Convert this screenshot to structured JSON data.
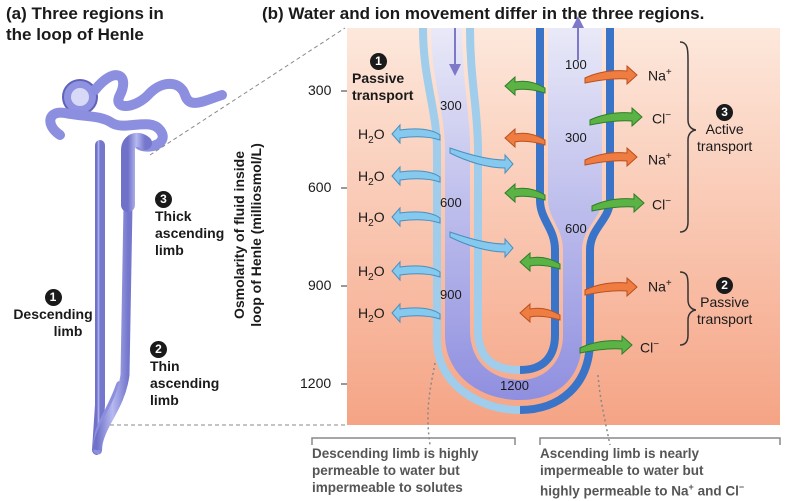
{
  "panel_a": {
    "title_line1": "(a) Three regions in",
    "title_line2": "the loop of Henle",
    "region1": {
      "number": "1",
      "line1": "Descending",
      "line2": "limb"
    },
    "region2": {
      "number": "2",
      "line1": "Thin",
      "line2": "ascending",
      "line3": "limb"
    },
    "region3": {
      "number": "3",
      "line1": "Thick",
      "line2": "ascending",
      "line3": "limb"
    }
  },
  "panel_b": {
    "title": "(b) Water and ion movement differ in the three regions.",
    "y_axis_label_line1": "Osmolarity of fluid inside",
    "y_axis_label_line2": "loop of Henle (milliosmol/L)",
    "y_ticks": [
      "300",
      "600",
      "900",
      "1200"
    ],
    "passive_label": {
      "number": "1",
      "line1": "Passive",
      "line2": "transport"
    },
    "active_label": {
      "number": "3",
      "line1": "Active",
      "line2": "transport"
    },
    "passive2_label": {
      "number": "2",
      "line1": "Passive",
      "line2": "transport"
    },
    "descending_values": [
      "300",
      "600",
      "900"
    ],
    "bottom_value": "1200",
    "ascending_values": [
      "100",
      "300",
      "600"
    ],
    "water": {
      "base": "H",
      "sub": "2",
      "tail": "O"
    },
    "ions": {
      "na": {
        "base": "Na",
        "sup": "+"
      },
      "cl": {
        "base": "Cl",
        "sup": "−"
      }
    },
    "caption_left": {
      "line1": "Descending limb is highly",
      "line2": "permeable to water but",
      "line3": "impermeable to solutes"
    },
    "caption_right": {
      "line1": "Ascending limb is nearly",
      "line2": "impermeable to water but",
      "line3_a": "highly permeable to Na",
      "line3_sup1": "+",
      "line3_b": " and Cl",
      "line3_sup2": "−"
    }
  },
  "colors": {
    "tube_light": "#a9d3ef",
    "tube_dark": "#3a74c8",
    "bg_top": "#fde5d8",
    "bg_bottom": "#f6a889",
    "water_arrow": "#7ec4ea",
    "na_arrow": "#ef7a3c",
    "cl_arrow": "#4caa3a",
    "nephron": "#9b9ee8"
  }
}
